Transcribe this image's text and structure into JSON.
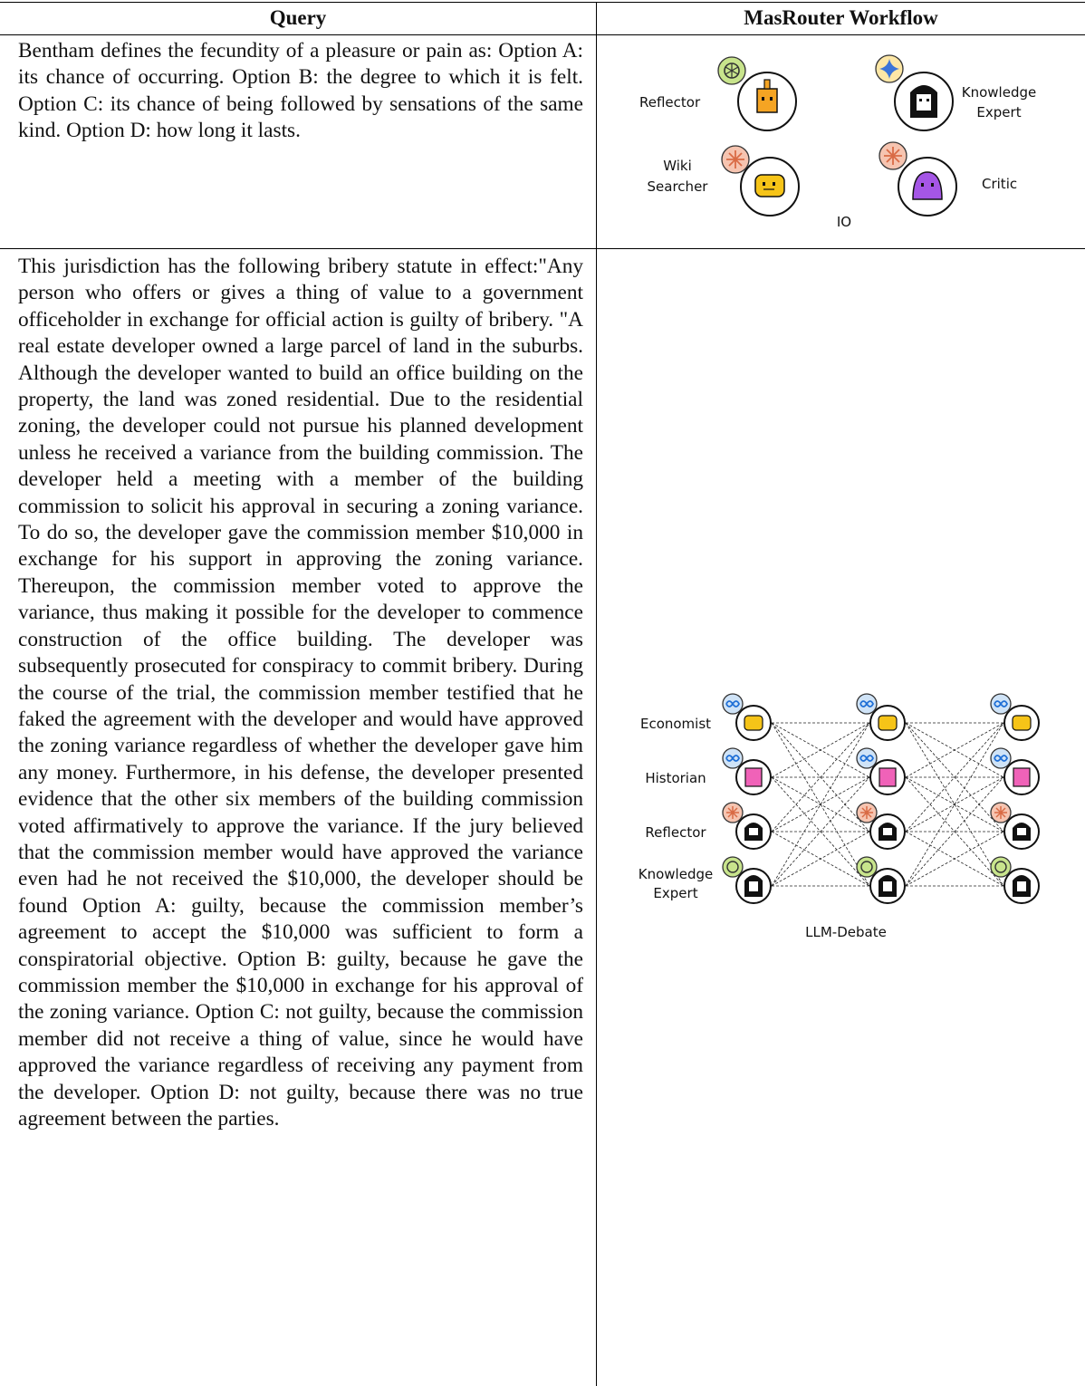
{
  "table": {
    "headers": {
      "query": "Query",
      "workflow": "MasRouter Workflow"
    },
    "rows": [
      {
        "query": "Bentham defines the fecundity of a pleasure or pain as: Option A: its chance of occurring. Option B: the degree to which it is felt. Option C: its chance of being followed by sensations of the same kind. Option D: how long it lasts.",
        "workflow": {
          "name": "IO",
          "agents": [
            {
              "label": "Reflector",
              "badge": "openai-icon",
              "avatar": "orange-bot-icon"
            },
            {
              "label": "Knowledge Expert",
              "badge": "gemini-icon",
              "avatar": "dark-hair-girl-icon"
            },
            {
              "label": "Wiki Searcher",
              "badge": "claude-icon",
              "avatar": "yellow-blob-icon"
            },
            {
              "label": "Critic",
              "badge": "claude-icon",
              "avatar": "purple-slime-icon"
            }
          ]
        }
      },
      {
        "query": "This jurisdiction has the following bribery statute in effect:\"Any person who offers or gives a thing of value to a government officeholder in exchange for official action is guilty of bribery. \"A real estate developer owned a large parcel of land in the suburbs. Although the developer wanted to build an office building on the property, the land was zoned residential. Due to the residential zoning, the developer could not pursue his planned development unless he received a variance from the building commission. The developer held a meeting with a member of the building commission to solicit his approval in securing a zoning variance. To do so, the developer gave the commission member $10,000 in exchange for his support in approving the zoning variance. Thereupon, the commission member voted to approve the variance, thus making it possible for the developer to commence construction of the office building. The developer was subsequently prosecuted for conspiracy to commit bribery. During the course of the trial, the commission member testified that he faked the agreement with the developer and would have approved the zoning variance regardless of whether the developer gave him any money. Furthermore, in his defense, the developer presented evidence that the other six members of the building commission voted affirmatively to approve the variance. If the jury believed that the commission member would have approved the variance even had he not received the $10,000, the developer should be found Option A: guilty, because the commission member’s agreement to accept the $10,000 was sufficient to form a conspiratorial objective. Option B: guilty, because he gave the commission member the $10,000 in exchange for his approval of the zoning variance. Option C: not guilty, because the commission member did not receive a thing of value, since he would have approved the variance regardless of receiving any payment from the developer. Option D: not guilty, because there was no true agreement between the parties.",
        "workflow": {
          "name": "LLM-Debate",
          "agents": [
            {
              "label": "Economist",
              "badge": "meta-icon",
              "avatar": "yellow-blob-icon"
            },
            {
              "label": "Historian",
              "badge": "meta-icon",
              "avatar": "pink-princess-icon"
            },
            {
              "label": "Reflector",
              "badge": "claude-icon",
              "avatar": "penguin-icon"
            },
            {
              "label": "Knowledge Expert",
              "badge": "openai-icon",
              "avatar": "dark-hair-girl-icon"
            }
          ]
        }
      }
    ]
  },
  "colors": {
    "openai": "#c8e48c",
    "gemini": "#fde7a6",
    "claude": "#f6c4b0",
    "meta": "#cfe3f7",
    "yellow_avatar": "#f6c418",
    "pink_avatar": "#f062b8",
    "purple_avatar": "#a556e6",
    "orange_avatar": "#f5a423"
  }
}
